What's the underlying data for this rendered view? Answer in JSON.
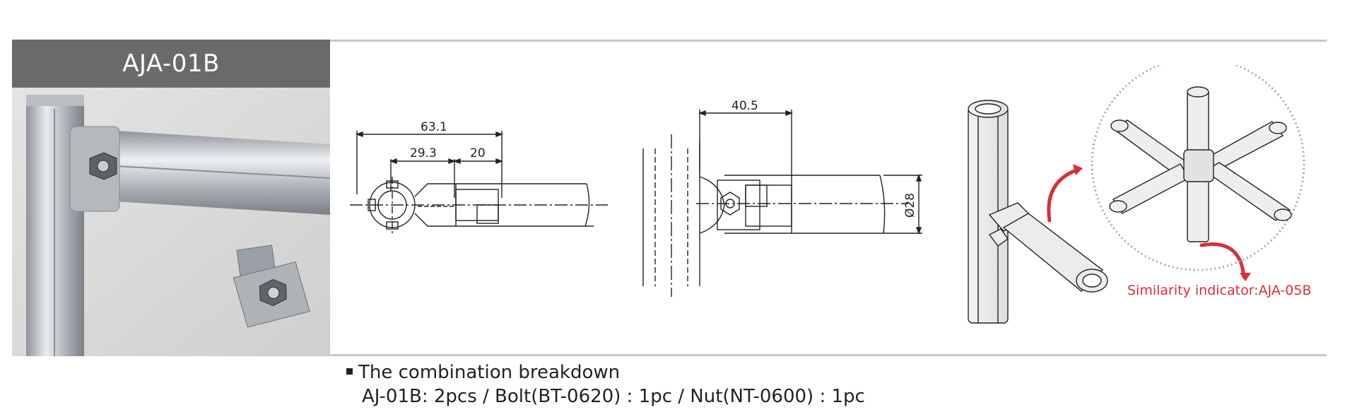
{
  "product": {
    "code": "AJA-01B"
  },
  "drawings": {
    "top_view": {
      "dim_overall": "63.1",
      "dim_left": "29.3",
      "dim_right": "20"
    },
    "side_view": {
      "dim_width": "40.5",
      "dim_diameter": "Ø28"
    }
  },
  "similarity": {
    "label": "Similarity indicator:AJA-05B",
    "color": "#d4303a"
  },
  "breakdown": {
    "heading": "The combination breakdown",
    "detail": "AJ-01B: 2pcs / Bolt(BT-0620) : 1pc / Nut(NT-0600) : 1pc"
  },
  "colors": {
    "title_bar": "#6a6a6a",
    "rule": "#c8c8c8",
    "accent_red": "#d4303a"
  }
}
